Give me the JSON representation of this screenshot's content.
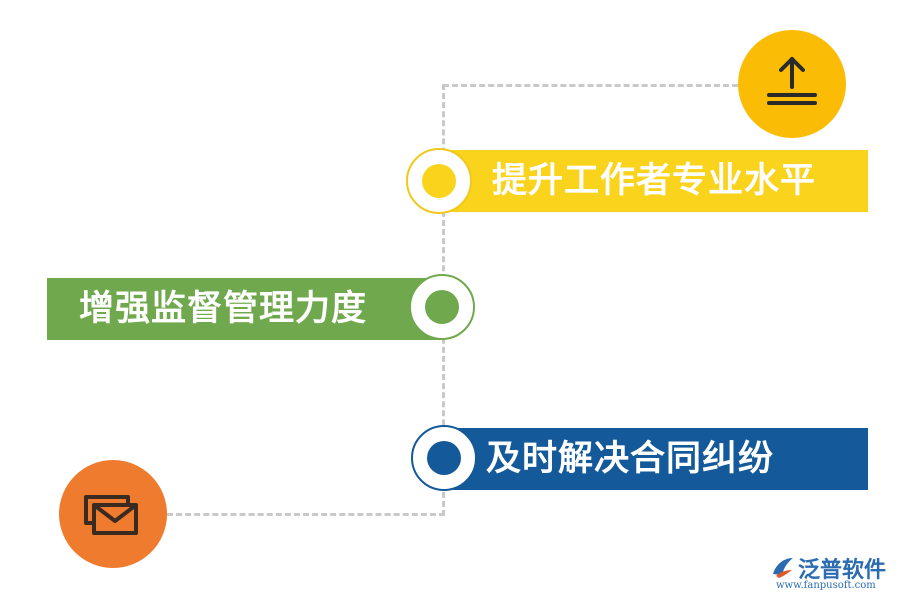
{
  "items": [
    {
      "label": "提升工作者专业水平",
      "color": "#f9d31c"
    },
    {
      "label": "增强监督管理力度",
      "color": "#70a94d"
    },
    {
      "label": "及时解决合同纠纷",
      "color": "#14599a"
    }
  ],
  "icons": {
    "top": "upload-icon",
    "bottom": "mail-icon"
  },
  "colors": {
    "connector": "#c9c9c9",
    "upload_circle": "#fbbc05",
    "mail_circle": "#ef7b2e"
  },
  "logo": {
    "name": "泛普软件",
    "url": "www.fanpusoft.com"
  }
}
